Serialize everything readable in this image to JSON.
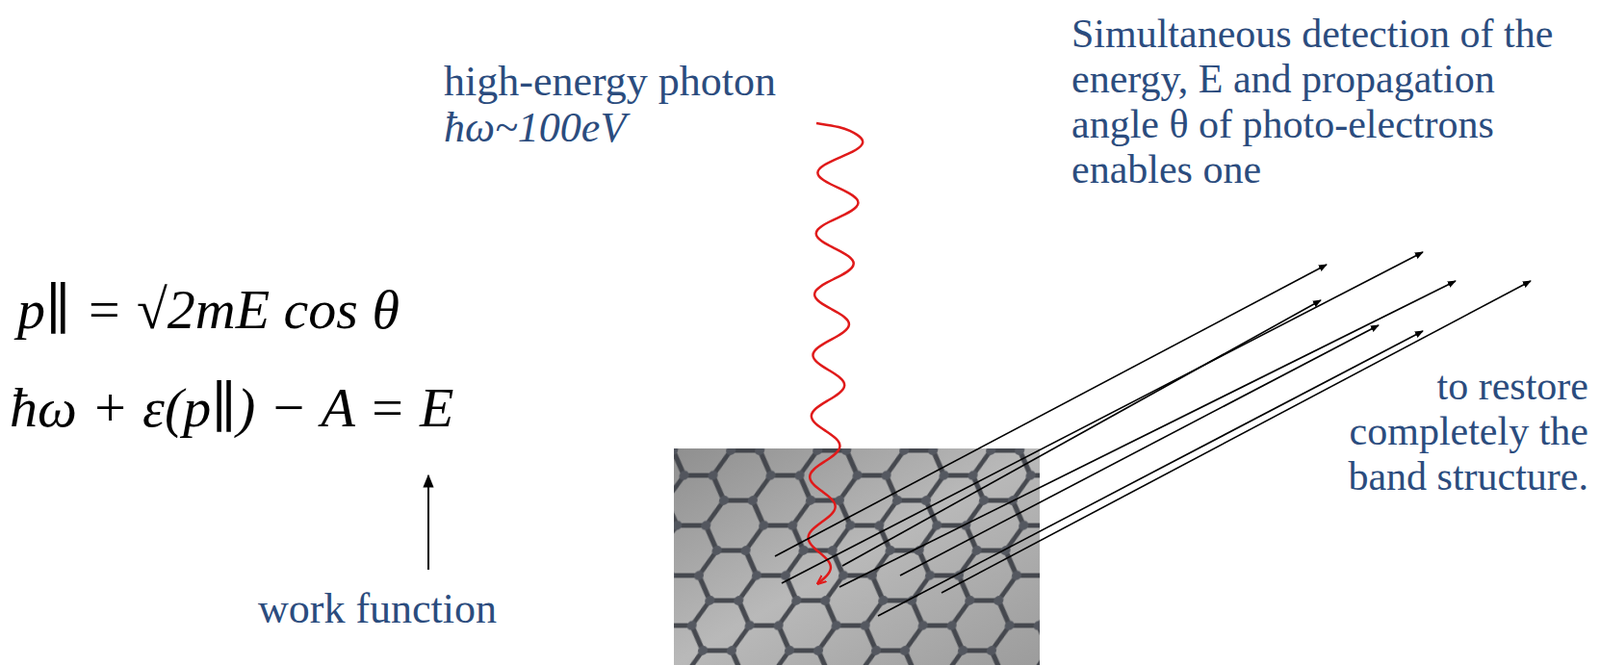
{
  "diagram": {
    "labels": [
      "p∥ = √2mE cos θ",
      "ħω + ε(p∥) − A = E",
      "work function",
      "high-energy photon",
      "ħω~100eV",
      "Simultaneous detection of the energy, E and propagation angle θ of photo-electrons enables one",
      "to restore completely the band structure."
    ]
  }
}
